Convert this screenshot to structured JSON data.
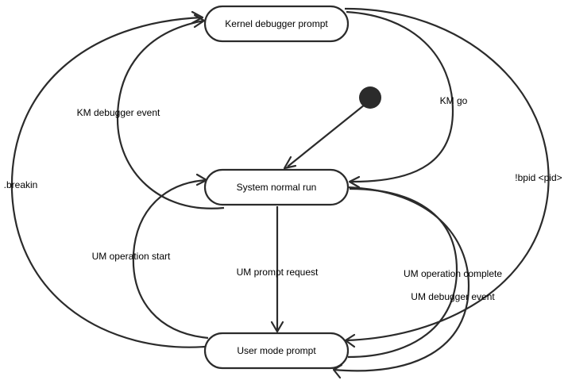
{
  "diagram": {
    "type": "state-machine",
    "states": [
      {
        "id": "kernel",
        "label": "Kernel debugger prompt"
      },
      {
        "id": "system",
        "label": "System normal run"
      },
      {
        "id": "user",
        "label": "User mode prompt"
      }
    ],
    "initial_state": "system",
    "transitions": [
      {
        "id": "km-debugger-event",
        "from": "system",
        "to": "kernel",
        "label": "KM debugger event"
      },
      {
        "id": "km-go",
        "from": "kernel",
        "to": "system",
        "label": "KM go"
      },
      {
        "id": "breakin",
        "from": "user",
        "to": "kernel",
        "label": ".breakin"
      },
      {
        "id": "bpid",
        "from": "kernel",
        "to": "user",
        "label": "!bpid <pid>"
      },
      {
        "id": "um-operation-start",
        "from": "user",
        "to": "system",
        "label": "UM operation start"
      },
      {
        "id": "um-prompt-request",
        "from": "system",
        "to": "user",
        "label": "UM prompt request"
      },
      {
        "id": "um-operation-complete",
        "from": "user",
        "to": "system",
        "label": "UM operation complete"
      },
      {
        "id": "um-debugger-event",
        "from": "system",
        "to": "user",
        "label": "UM debugger event"
      }
    ],
    "colors": {
      "stroke": "#2b2b2b",
      "fill": "#ffffff",
      "text": "#000000"
    }
  }
}
